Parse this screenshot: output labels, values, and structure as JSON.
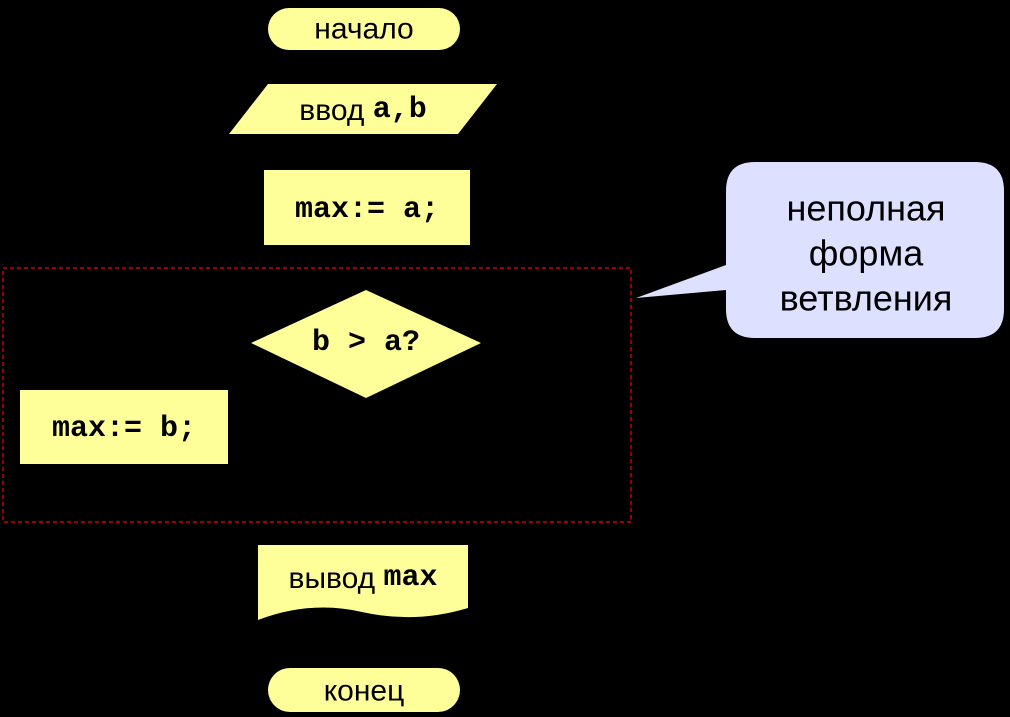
{
  "colors": {
    "background": "#000000",
    "block_fill": "#FFFF99",
    "callout_fill": "#DDE1FF",
    "group_border": "#CC0000",
    "text": "#000000"
  },
  "flowchart": {
    "start": {
      "text": "начало"
    },
    "input": {
      "prefix": "ввод",
      "vars": "a,b"
    },
    "assign_a": {
      "code": "max:= a;"
    },
    "condition": {
      "code": "b > a?"
    },
    "assign_b": {
      "code": "max:= b;"
    },
    "output": {
      "prefix": "вывод",
      "vars": "max"
    },
    "end": {
      "text": "конец"
    }
  },
  "callout": {
    "lines": [
      "неполная",
      "форма",
      "ветвления"
    ]
  }
}
